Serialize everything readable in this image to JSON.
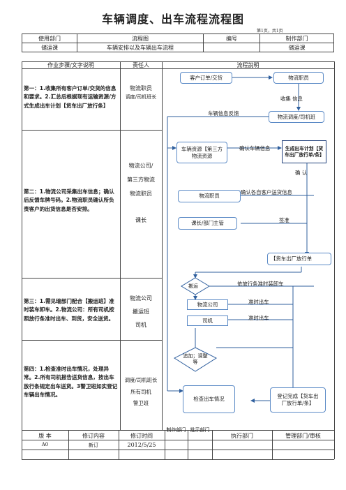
{
  "title": "车辆调度、出车流程流程图",
  "page_number": "第1页，共1页",
  "header": {
    "row1": [
      "使用部门",
      "流程图",
      "编号",
      "制作部门"
    ],
    "row2": [
      "储运课",
      "车辆安排以及车辆出车流程",
      "",
      "储运课"
    ],
    "row3": [
      "作业步骤/文字说明",
      "责任人",
      "流程說明"
    ]
  },
  "steps": [
    {
      "text": "第一：1.收集所有客户订单/交货的信息和要求。2.汇总后根据现有运输资源/方式生成出车计划【货车出厂放行条】",
      "resp": [
        "物流职员",
        "调度/司机班长"
      ]
    },
    {
      "text": "第二：1.物流公司采集出车信息；确认后反馈车牌号码。2.物流职员确认所负责客户的出货信息是否安排。",
      "resp": [
        "物流公司/",
        "第三方物流",
        "物流职员",
        "",
        "课长"
      ]
    },
    {
      "text": "第三：1.需见瑞部门配合【搬运班】准时装车卸车。2.物流公司：所有司机按照放行条准时出车、到货，安全送货。",
      "resp": [
        "物流公司",
        "搬运班",
        "司机"
      ]
    },
    {
      "text": "第四：1.检查准时出车情况，处理异常。2.所有司机报告送货信息，按出车放行条规定出车送货。3警卫班如实登记车辆出车情况。",
      "resp": [
        "调度/司机班长",
        "所有司机",
        "警卫班"
      ]
    }
  ],
  "flow": {
    "customer_order": "客户订单/交货",
    "logistics_staff_1": "物流职员",
    "receive_info": "收集 信息",
    "vehicle_feedback": "车辆信息反馈",
    "dispatch": "物流调度/司机班",
    "vehicle_resource": "车辆资源【第三方物流资源",
    "confirm_vehicle": "确认车辆信息",
    "plan": "生成出车计划【货车出厂放行单/条】",
    "confirm": "确 认",
    "logistics_staff_2": "物流职员",
    "confirm_shipping": "确认各自客户送货信息",
    "manager": "课长/部门主管",
    "approve": "签准",
    "release_slip": "【货车出厂放行单",
    "handling": "搬运",
    "load_by_slip": "依放行条准时装卸车",
    "logistics_co": "物流公司",
    "on_time_1": "准时出车",
    "driver": "司机",
    "on_time_2": "准时出车",
    "followup": "追加；调整等",
    "check": "检查出车情况",
    "register": "登记完成【货车出厂放行单/条】"
  },
  "footer": {
    "headers": [
      "版 本",
      "修订内容",
      "修订时间",
      "制作部门",
      "批示部门",
      "执行部门",
      "管理部门/审核"
    ],
    "row": [
      "A0",
      "新订",
      "2012/5/25",
      "",
      "",
      "",
      ""
    ]
  },
  "colors": {
    "box_border": "#5b8ac6",
    "arrow": "#2f5f9e",
    "plan_border": "#1f3f7a"
  }
}
